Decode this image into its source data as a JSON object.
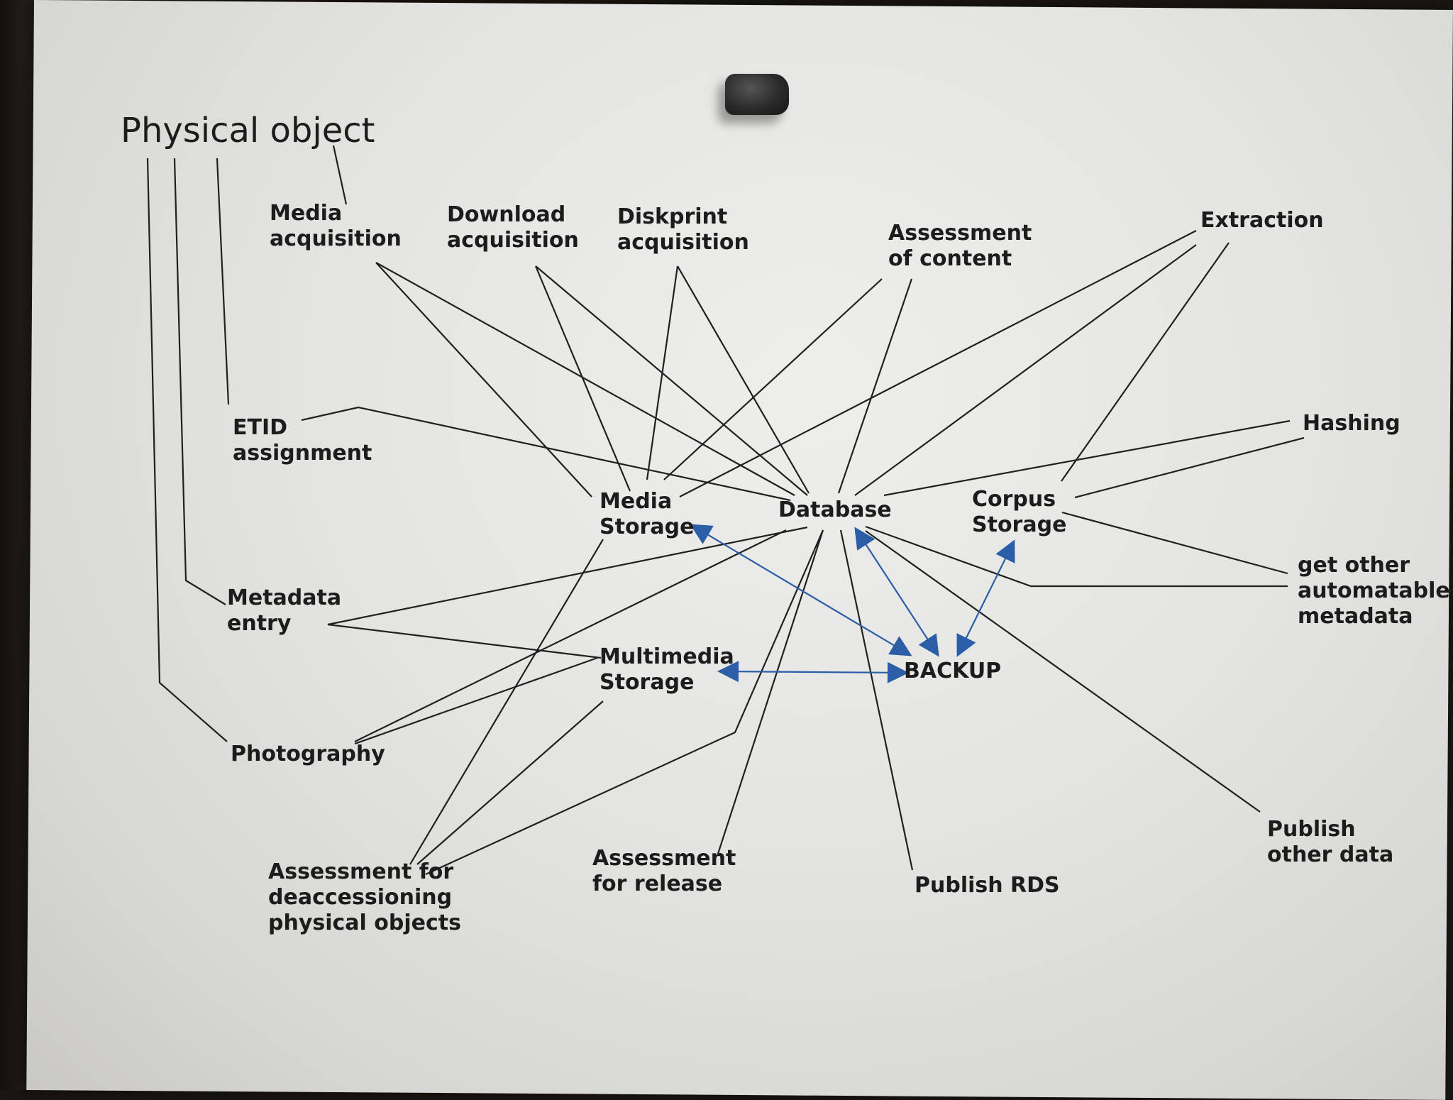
{
  "title": "Physical object",
  "nodes": {
    "media_acquisition": [
      "Media",
      "acquisition"
    ],
    "download_acquisition": [
      "Download",
      "acquisition"
    ],
    "diskprint_acquisition": [
      "Diskprint",
      "acquisition"
    ],
    "assessment_of_content": [
      "Assessment",
      "of content"
    ],
    "extraction": [
      "Extraction"
    ],
    "etid_assignment": [
      "ETID",
      "assignment"
    ],
    "hashing": [
      "Hashing"
    ],
    "media_storage": [
      "Media",
      "Storage"
    ],
    "database": [
      "Database"
    ],
    "corpus_storage": [
      "Corpus",
      "Storage"
    ],
    "metadata_entry": [
      "Metadata",
      "entry"
    ],
    "get_other_metadata": [
      "get other",
      "automatable",
      "metadata"
    ],
    "multimedia_storage": [
      "Multimedia",
      "Storage"
    ],
    "backup": [
      "BACKUP"
    ],
    "photography": [
      "Photography"
    ],
    "publish_other_data": [
      "Publish",
      "other data"
    ],
    "assessment_deaccessioning": [
      "Assessment for",
      "deaccessioning",
      "physical objects"
    ],
    "assessment_for_release": [
      "Assessment",
      "for release"
    ],
    "publish_rds": [
      "Publish RDS"
    ]
  },
  "colors": {
    "ink": "#1c1c1c",
    "arrow": "#2b5ea6",
    "paper": "#e4e4e2"
  }
}
